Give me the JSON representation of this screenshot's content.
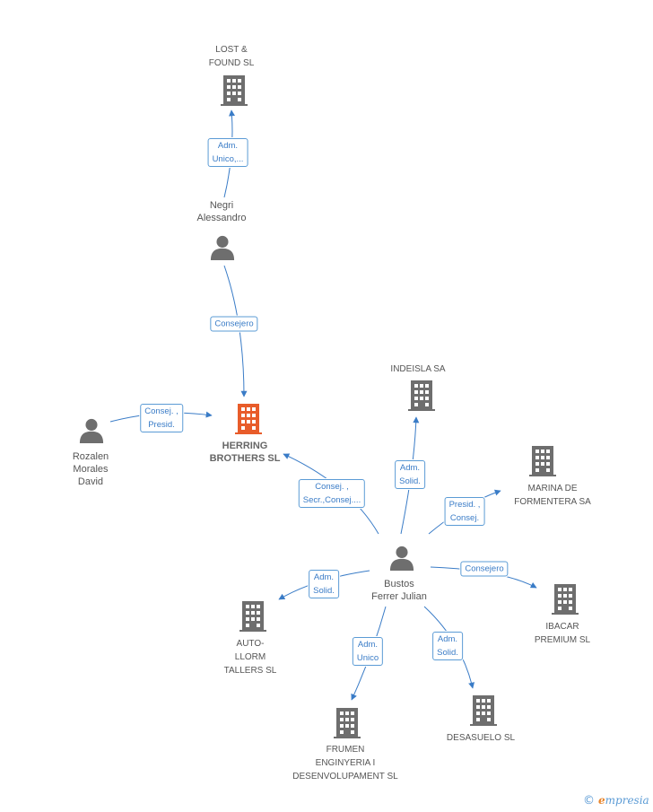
{
  "colors": {
    "edge": "#3a7cc7",
    "node": "#6e6e6e",
    "main": "#e85c2a"
  },
  "nodes": {
    "lost_found": {
      "label": "LOST &\nFOUND SL",
      "kind": "company"
    },
    "negri": {
      "label": "Negri\nAlessandro",
      "kind": "person"
    },
    "herring": {
      "label": "HERRING\nBROTHERS SL",
      "kind": "company-main"
    },
    "rozalen": {
      "label": "Rozalen\nMorales\nDavid",
      "kind": "person"
    },
    "indeisla": {
      "label": "INDEISLA SA",
      "kind": "company"
    },
    "marina": {
      "label": "MARINA DE\nFORMENTERA SA",
      "kind": "company"
    },
    "bustos": {
      "label": "Bustos\nFerrer Julian",
      "kind": "person"
    },
    "ibacar": {
      "label": "IBACAR\nPREMIUM SL",
      "kind": "company"
    },
    "autollorm": {
      "label": "AUTO-\nLLORM\nTALLERS SL",
      "kind": "company"
    },
    "frumen": {
      "label": "FRUMEN\nENGINYERIA I\nDESENVOLUPAMENT SL",
      "kind": "company"
    },
    "desasuelo": {
      "label": "DESASUELO SL",
      "kind": "company"
    }
  },
  "edges": {
    "negri_lost": "Adm.\nUnico,...",
    "negri_herring": "Consejero",
    "rozalen_herring": "Consej. ,\nPresid.",
    "bustos_herring": "Consej. ,\nSecr.,Consej....",
    "bustos_indeisla": "Adm.\nSolid.",
    "bustos_marina": "Presid. ,\nConsej.",
    "bustos_ibacar": "Consejero",
    "bustos_autollorm": "Adm.\nSolid.",
    "bustos_frumen": "Adm.\nUnico",
    "bustos_desasuelo": "Adm.\nSolid."
  },
  "brand": {
    "copyright": "©",
    "name_e": "e",
    "name_rest": "mpresia"
  }
}
